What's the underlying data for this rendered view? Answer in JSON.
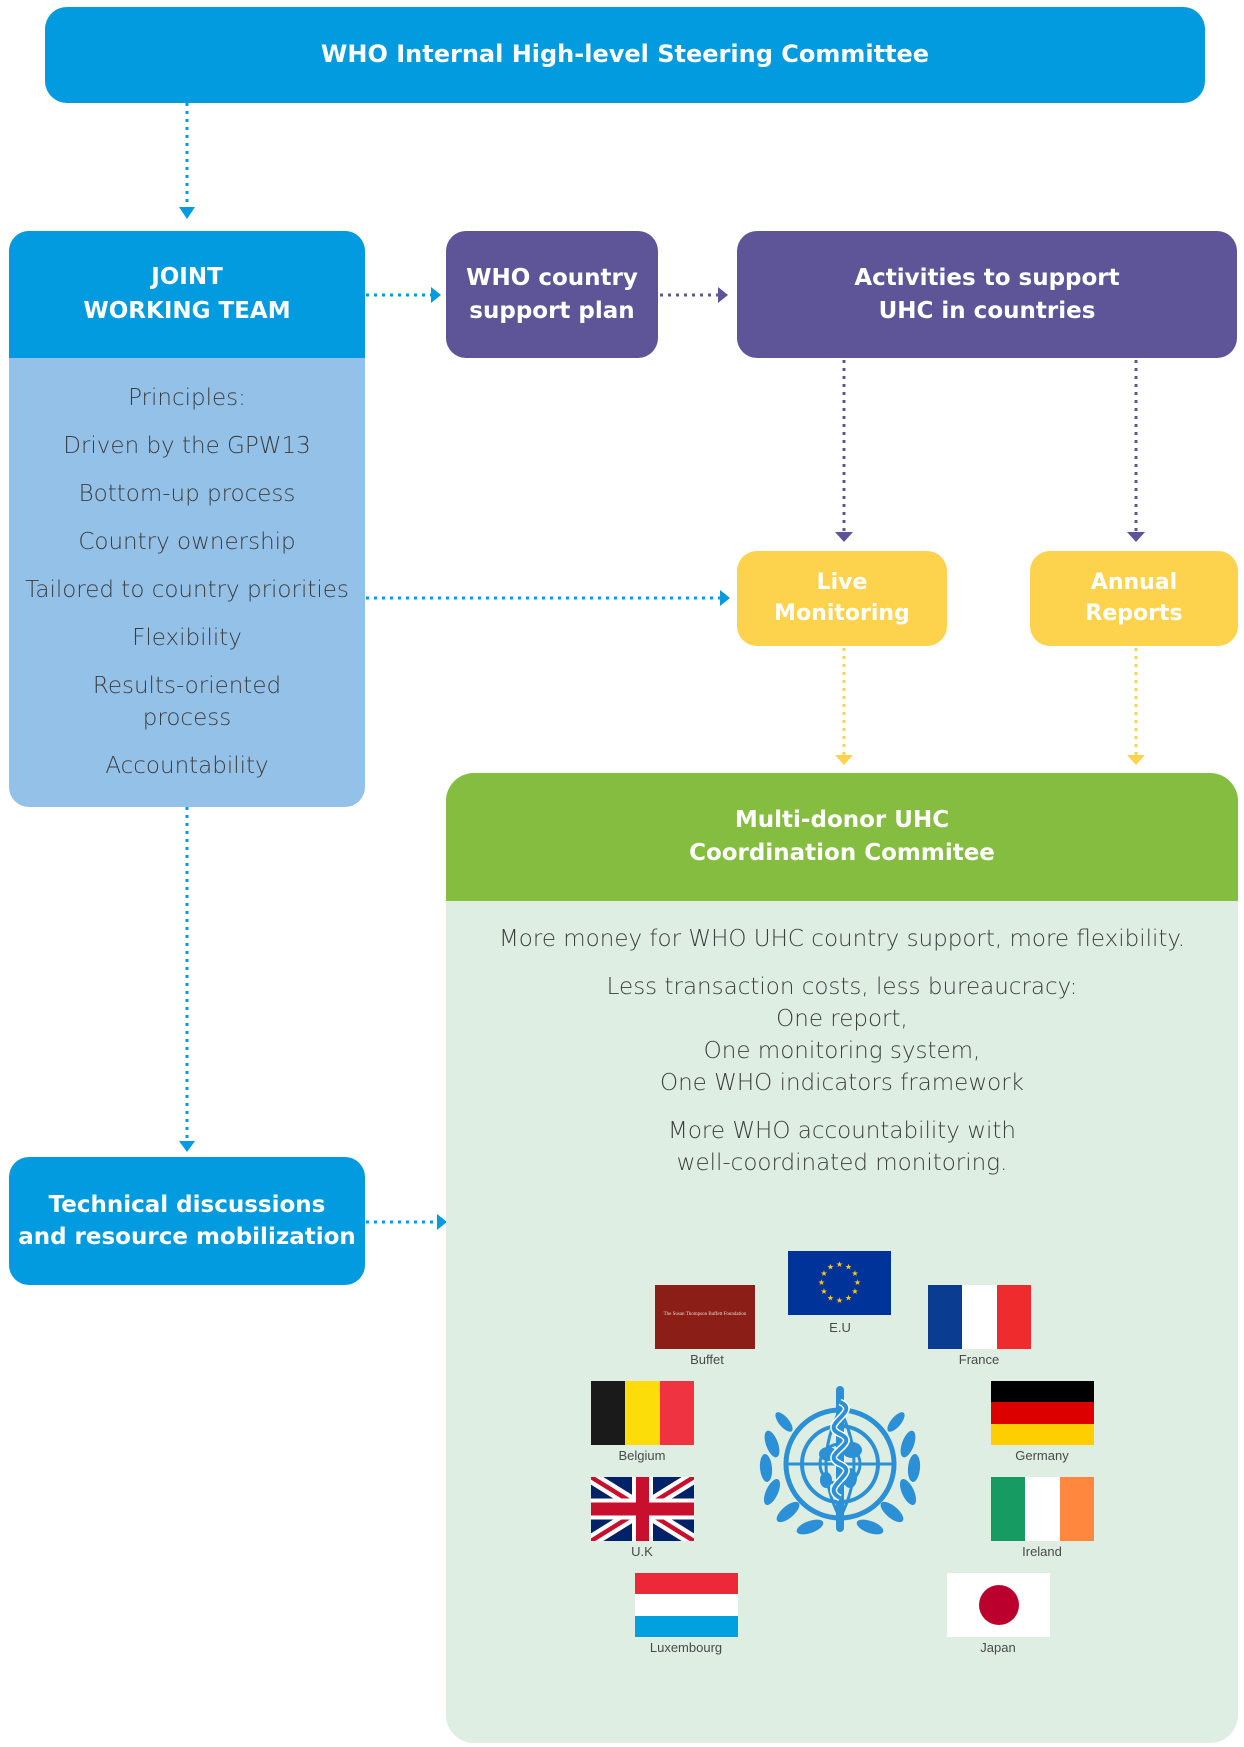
{
  "steering": {
    "title": "WHO Internal High-level Steering Committee"
  },
  "joint_team": {
    "title_line1": "JOINT",
    "title_line2": "WORKING TEAM",
    "principles_heading": "Principles:",
    "principles": [
      "Driven by the GPW13",
      "Bottom-up process",
      "Country ownership",
      "Tailored to country priorities",
      "Flexibility",
      "Results-oriented process",
      "Accountability"
    ]
  },
  "country_plan": {
    "line1": "WHO country",
    "line2": "support plan"
  },
  "activities": {
    "line1": "Activities to support",
    "line2": "UHC in countries"
  },
  "live_monitoring": {
    "line1": "Live",
    "line2": "Monitoring"
  },
  "annual_reports": {
    "line1": "Annual",
    "line2": "Reports"
  },
  "technical": {
    "line1": "Technical discussions",
    "line2": "and resource mobilization"
  },
  "committee": {
    "title_line1": "Multi-donor UHC",
    "title_line2": "Coordination Commitee",
    "para1": "More money for WHO UHC country support, more flexibility.",
    "para2": [
      "Less transaction costs, less bureaucracy:",
      "One report,",
      "One monitoring system,",
      "One WHO indicators framework"
    ],
    "para3": [
      "More WHO accountability with",
      "well-coordinated monitoring."
    ]
  },
  "donors": {
    "buffet_logo_text": "The Susan Thompson Buffett Foundation",
    "labels": {
      "eu": "E.U",
      "buffet": "Buffet",
      "france": "France",
      "belgium": "Belgium",
      "germany": "Germany",
      "uk": "U.K",
      "ireland": "Ireland",
      "luxembourg": "Luxembourg",
      "japan": "Japan"
    }
  },
  "colors": {
    "blue": "#039be0",
    "light_blue": "#94c1e8",
    "purple": "#5e5599",
    "yellow": "#fdd34e",
    "green": "#85bd41",
    "light_green": "#deeee2"
  }
}
